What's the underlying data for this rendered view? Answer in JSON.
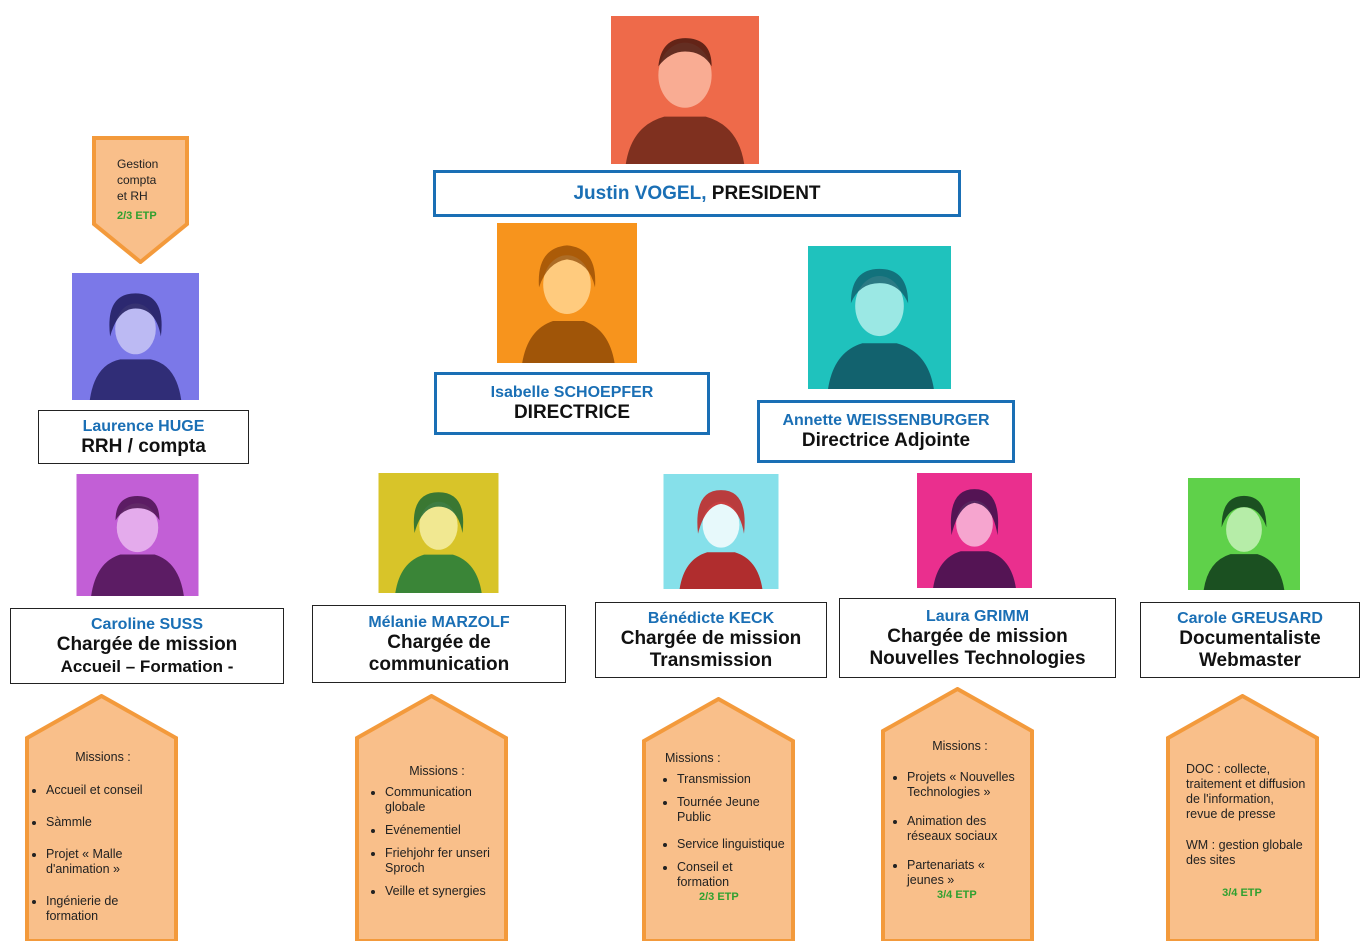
{
  "colors": {
    "accent": "#1a6fb5",
    "shape_fill": "#f9bf8a",
    "shape_border": "#f39a3c",
    "etp": "#2fa02f"
  },
  "president": {
    "name": "Justin VOGEL,",
    "role": "PRESIDENT",
    "photo_color": "#ee6a4a"
  },
  "directrice": {
    "name": "Isabelle SCHOEPFER",
    "role": "DIRECTRICE",
    "photo_color": "#f7941d"
  },
  "adjointe": {
    "name": "Annette WEISSENBURGER",
    "role": "Directrice Adjointe",
    "photo_color": "#1fc2bd"
  },
  "rrh": {
    "name": "Laurence HUGE",
    "role": "RRH / compta",
    "photo_color": "#7b78e8",
    "note_lines": [
      "Gestion",
      "compta",
      "et RH"
    ],
    "etp": "2/3 ETP"
  },
  "staff": [
    {
      "name": "Caroline SUSS",
      "role_lines": [
        "Chargée de mission",
        "Accueil – Formation -"
      ],
      "photo_color": "#c25fd6",
      "missions_title": "Missions :",
      "missions": [
        "Accueil et conseil",
        "Sàmmle",
        "Projet « Malle d'animation »",
        "Ingénierie de formation"
      ],
      "etp": ""
    },
    {
      "name": "Mélanie MARZOLF",
      "role_lines": [
        "Chargée de",
        "communication"
      ],
      "photo_color": "#d8c429",
      "missions_title": "Missions :",
      "missions": [
        "Communication globale",
        "Evénementiel",
        "Friehjohr fer unseri Sproch",
        "Veille et synergies"
      ],
      "etp": ""
    },
    {
      "name": "Bénédicte KECK",
      "role_lines": [
        "Chargée de mission",
        "Transmission"
      ],
      "photo_color": "#86e0ea",
      "missions_title": "Missions :",
      "missions": [
        "Transmission",
        "Tournée Jeune Public",
        "Service linguistique",
        "Conseil et formation"
      ],
      "etp": "2/3 ETP"
    },
    {
      "name": "Laura GRIMM",
      "role_lines": [
        "Chargée de mission",
        "Nouvelles Technologies"
      ],
      "photo_color": "#ea2f8e",
      "missions_title": "Missions :",
      "missions": [
        "Projets « Nouvelles Technologies »",
        "Animation des réseaux sociaux",
        "Partenariats « jeunes »"
      ],
      "etp": "3/4 ETP"
    },
    {
      "name": "Carole GREUSARD",
      "role_lines": [
        "Documentaliste",
        "Webmaster"
      ],
      "photo_color": "#5fd14a",
      "missions_title": "",
      "paragraphs": [
        "DOC : collecte, traitement et diffusion de l'information, revue de presse",
        "WM : gestion globale des sites"
      ],
      "etp": "3/4 ETP"
    }
  ]
}
